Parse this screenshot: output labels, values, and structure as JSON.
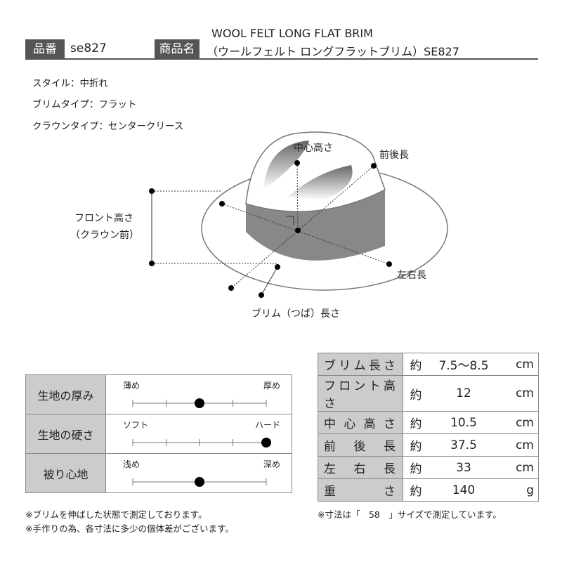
{
  "header": {
    "number_label": "品番",
    "number": "se827",
    "name_label": "商品名",
    "name_en": "WOOL FELT LONG FLAT BRIM",
    "name_jp": "（ウールフェルト ロングフラットブリム）SE827"
  },
  "specs": [
    "スタイル：中折れ",
    "ブリムタイプ：フラット",
    "クラウンタイプ：センタークリース"
  ],
  "diagram": {
    "center_height": "中心高さ",
    "front_back": "前後長",
    "front_height": "フロント高さ",
    "front_height_sub": "（クラウン前）",
    "left_right": "左右長",
    "brim_length": "ブリム（つば）長さ"
  },
  "feel": [
    {
      "label": "生地の厚み",
      "left": "薄め",
      "right": "厚め",
      "level": 0.5,
      "ticks": 5
    },
    {
      "label": "生地の硬さ",
      "left": "ソフト",
      "right": "ハード",
      "level": 1.0,
      "ticks": 5
    },
    {
      "label": "被り心地",
      "left": "浅め",
      "right": "深め",
      "level": 0.5,
      "ticks": 2
    }
  ],
  "sizes": [
    {
      "label": "ブリム長さ",
      "prefix": "約",
      "value": "7.5～8.5",
      "unit": "cm"
    },
    {
      "label": "フロント高さ",
      "prefix": "約",
      "value": "12",
      "unit": "cm"
    },
    {
      "label": "中心高さ",
      "prefix": "約",
      "value": "10.5",
      "unit": "cm"
    },
    {
      "label": "前後長",
      "prefix": "約",
      "value": "37.5",
      "unit": "cm"
    },
    {
      "label": "左右長",
      "prefix": "約",
      "value": "33",
      "unit": "cm"
    },
    {
      "label": "重さ",
      "prefix": "約",
      "value": "140",
      "unit": "g"
    }
  ],
  "notes": {
    "left": [
      "※ブリムを伸ばした状態で測定しております。",
      "※手作りの為、各寸法に多少の個体差がございます。"
    ],
    "right": "※寸法は「　58　」サイズで測定しています。"
  }
}
